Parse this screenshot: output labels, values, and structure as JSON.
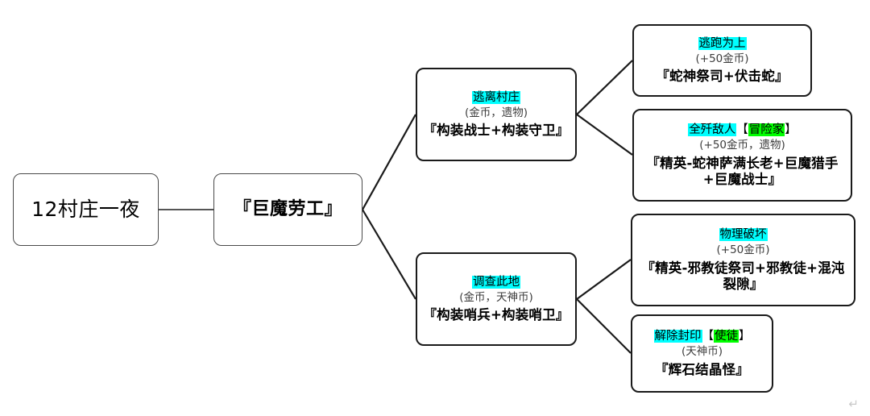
{
  "diagram": {
    "type": "flowchart-tree",
    "background": "#ffffff",
    "highlight_colors": {
      "choice": "#00ffff",
      "reward_tag": "#00ff00"
    },
    "border_color": "#1a1a1a"
  },
  "nodes": {
    "root": {
      "label": "12村庄一夜"
    },
    "encounter": {
      "label": "『巨魔劳工』"
    },
    "branch_escape": {
      "title": "逃离村庄",
      "reward": "(金币，遗物)",
      "enemies": "『构装战士+构装守卫』"
    },
    "branch_investigate": {
      "title": "调查此地",
      "reward": "(金币，天神币)",
      "enemies": "『构装哨兵+构装哨卫』"
    },
    "leaf_flee": {
      "title": "逃跑为上",
      "reward": "(+50金币)",
      "enemies": "『蛇神祭司+伏击蛇』"
    },
    "leaf_killall": {
      "title_main": "全歼敌人",
      "title_bracket_open": "【",
      "title_tag": "冒险家",
      "title_bracket_close": "】",
      "reward": "(+50金币，遗物)",
      "enemies": "『精英-蛇神萨满长老+巨魔猎手+巨魔战士』"
    },
    "leaf_physical": {
      "title": "物理破坏",
      "reward": "(+50金币)",
      "enemies": "『精英-邪教徒祭司+邪教徒+混沌裂隙』"
    },
    "leaf_unseal": {
      "title_main": "解除封印",
      "title_bracket_open": "【",
      "title_tag": "使徒",
      "title_bracket_close": "】",
      "reward": "(天神币)",
      "enemies": "『辉石结晶怪』"
    }
  },
  "marks": {
    "paragraph_return": "↵"
  }
}
